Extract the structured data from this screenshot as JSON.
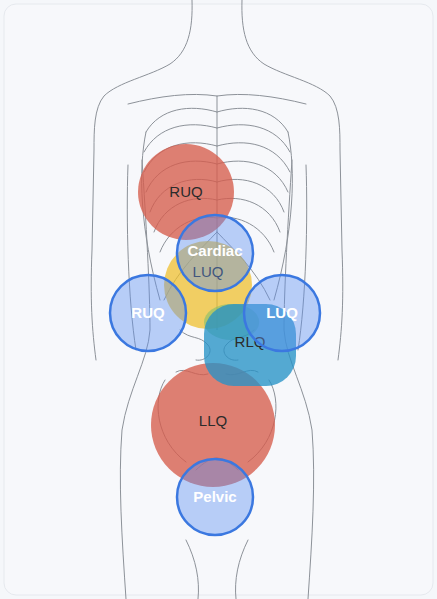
{
  "diagram": {
    "nodes": [
      {
        "text": [
          "RUQ"
        ]
      },
      {
        "text": [
          "Cardiac"
        ]
      },
      {
        "text": [
          "LUQ"
        ]
      },
      {
        "text": [
          "RUQ"
        ]
      },
      {
        "text": [
          "LUQ"
        ]
      },
      {
        "text": [
          "RLQ"
        ]
      },
      {
        "text": [
          "LLQ"
        ]
      },
      {
        "text": [
          "Pelvic"
        ]
      }
    ]
  }
}
